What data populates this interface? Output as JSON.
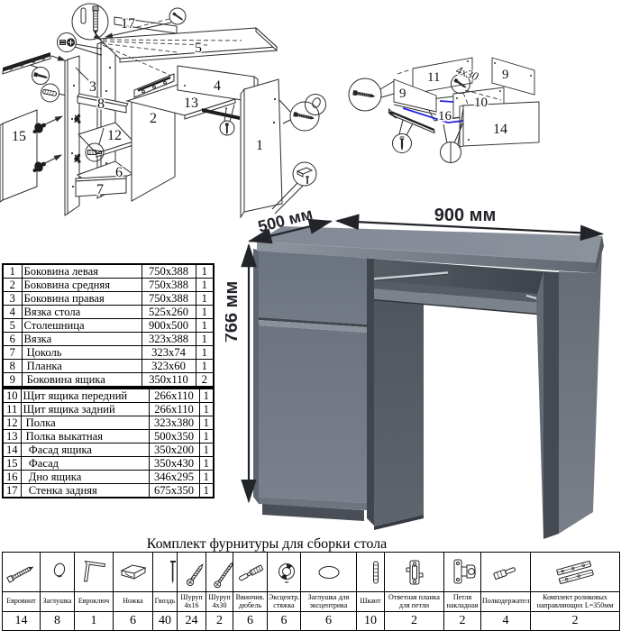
{
  "dimensions": {
    "width": "900 мм",
    "depth": "500 мм",
    "height": "766 мм"
  },
  "exploded_view": {
    "part_labels": {
      "p1": "1",
      "p2": "2",
      "p3": "3",
      "p4": "4",
      "p5": "5",
      "p6": "6",
      "p7": "7",
      "p8": "8",
      "p12": "12",
      "p13": "13",
      "p15": "15",
      "p17": "17"
    }
  },
  "drawer_view": {
    "part_labels": {
      "p9a": "9",
      "p9b": "9",
      "p10": "10",
      "p11": "11",
      "p14": "14",
      "p16": "16"
    },
    "screw_note": "4х30"
  },
  "parts_table": {
    "sections": [
      {
        "rows": [
          {
            "num": "1",
            "name": "Боковина левая",
            "size": "750х388",
            "qty": "1"
          },
          {
            "num": "2",
            "name": "Боковина средняя",
            "size": "750х388",
            "qty": "1"
          },
          {
            "num": "3",
            "name": "Боковина правая",
            "size": "750х388",
            "qty": "1"
          },
          {
            "num": "4",
            "name": "Вязка стола",
            "size": "525х260",
            "qty": "1"
          },
          {
            "num": "5",
            "name": "Столешница",
            "size": "900х500",
            "qty": "1"
          },
          {
            "num": "6",
            "name": "Вязка",
            "size": "323х388",
            "qty": "1"
          },
          {
            "num": "7",
            "name": " Цоколь",
            "size": "323х74",
            "qty": "1"
          },
          {
            "num": "8",
            "name": " Планка",
            "size": "323х60",
            "qty": "1"
          },
          {
            "num": "9",
            "name": " Боковина ящика",
            "size": "350х110",
            "qty": "2"
          }
        ]
      },
      {
        "rows": [
          {
            "num": "10",
            "name": "Щит ящика передний",
            "size": "266х110",
            "qty": "1"
          },
          {
            "num": "11",
            "name": "Щит ящика задний",
            "size": "266х110",
            "qty": "1"
          },
          {
            "num": "12",
            "name": " Полка",
            "size": "323х380",
            "qty": "1"
          },
          {
            "num": "13",
            "name": " Полка выкатная",
            "size": "500х350",
            "qty": "1"
          },
          {
            "num": "14",
            "name": "  Фасад ящика",
            "size": "350х200",
            "qty": "1"
          },
          {
            "num": "15",
            "name": "  Фасад",
            "size": "350х430",
            "qty": "1"
          },
          {
            "num": "16",
            "name": "  Дно ящика",
            "size": "346х295",
            "qty": "1"
          },
          {
            "num": "17",
            "name": "  Стенка задняя",
            "size": "675х350",
            "qty": "1"
          }
        ]
      }
    ]
  },
  "hardware": {
    "title": "Комплект фурнитуры для сборки стола",
    "items": [
      {
        "icon": "euro-screw",
        "name": "Евровинт",
        "qty": "14"
      },
      {
        "icon": "cap",
        "name": "Заглушка",
        "qty": "8"
      },
      {
        "icon": "hex-key",
        "name": "Евроключ",
        "qty": "1"
      },
      {
        "icon": "foot",
        "name": "Ножка",
        "qty": "6"
      },
      {
        "icon": "nail",
        "name": "Гвоздь",
        "qty": "40"
      },
      {
        "icon": "screw",
        "name": "Шуруп 4х16",
        "qty": "24"
      },
      {
        "icon": "screw-long",
        "name": "Шуруп 4х30",
        "qty": "2"
      },
      {
        "icon": "dowel-screw",
        "name": "Ввинчив. дюбель",
        "qty": "6"
      },
      {
        "icon": "cam-lock",
        "name": "Эксцентр. стяжка",
        "qty": "6"
      },
      {
        "icon": "cap-oval",
        "name": "Заглушка для эксцентрика",
        "qty": "6"
      },
      {
        "icon": "pin",
        "name": "Шкант",
        "qty": "10"
      },
      {
        "icon": "hinge-plate",
        "name": "Ответная планка для петли",
        "qty": "2"
      },
      {
        "icon": "hinge",
        "name": "Петля накладная",
        "qty": "2"
      },
      {
        "icon": "shelf-pin",
        "name": "Полкодержатель",
        "qty": "4"
      },
      {
        "icon": "rails",
        "name": "Комплект роликовых направляющих L=350мм",
        "qty": "2"
      }
    ]
  },
  "colors": {
    "guide_highlight": "#2424dd",
    "desk_top": "#858c96",
    "desk_front": "#6e7581",
    "desk_dark": "#43484f",
    "line_art": "#2b2b2b"
  }
}
